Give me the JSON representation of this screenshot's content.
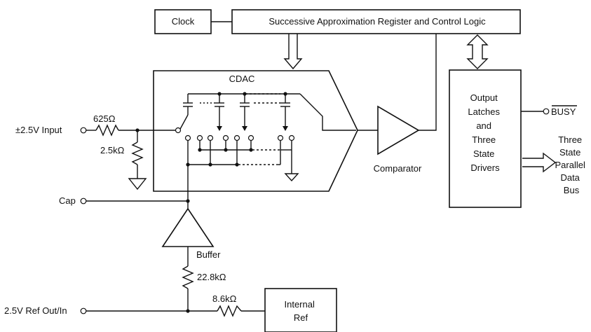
{
  "blocks": {
    "clock": "Clock",
    "sar": "Successive Approximation Register and Control Logic",
    "cdac": "CDAC",
    "output_latches": [
      "Output",
      "Latches",
      "and",
      "Three",
      "State",
      "Drivers"
    ],
    "internal_ref": [
      "Internal",
      "Ref"
    ],
    "comparator": "Comparator",
    "buffer": "Buffer"
  },
  "pins": {
    "input": "±2.5V Input",
    "cap": "Cap",
    "ref": "2.5V Ref Out/In",
    "busy": "BUSY",
    "bus": [
      "Three",
      "State",
      "Parallel",
      "Data",
      "Bus"
    ]
  },
  "components": {
    "r_input": "625Ω",
    "r_shunt": "2.5kΩ",
    "r_buffer": "22.8kΩ",
    "r_ref": "8.6kΩ"
  }
}
